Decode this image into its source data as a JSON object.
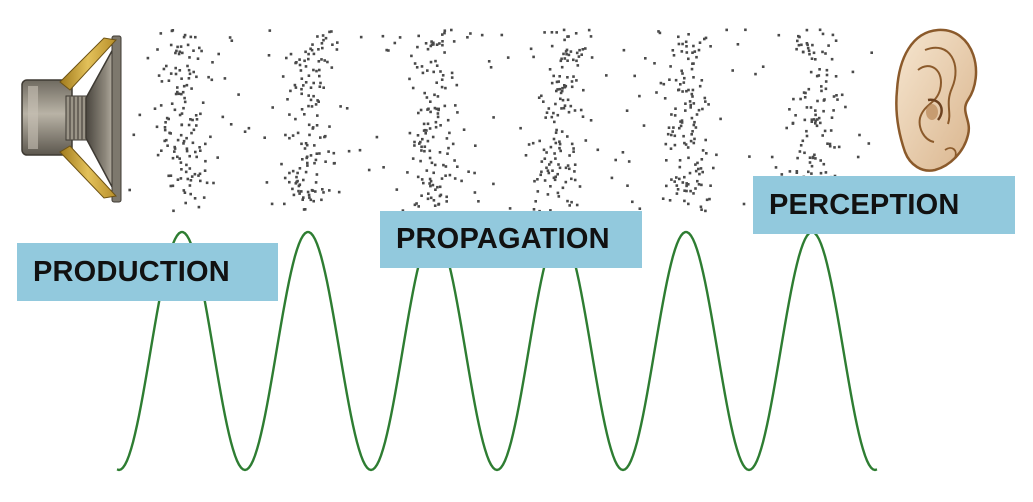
{
  "labels": {
    "production": "PRODUCTION",
    "propagation": "PROPAGATION",
    "perception": "PERCEPTION"
  },
  "colors": {
    "label_background": "#92c9dd",
    "label_text": "#111111",
    "wave": "#2e7d32",
    "particles": "#4a4a4a",
    "speaker_metal": "#8a857a",
    "speaker_gold": "#c9a436",
    "ear_skin": "#f2dcc0",
    "ear_outline": "#8b5a2b"
  },
  "icons": {
    "source": "loudspeaker-icon",
    "receiver": "ear-icon"
  }
}
